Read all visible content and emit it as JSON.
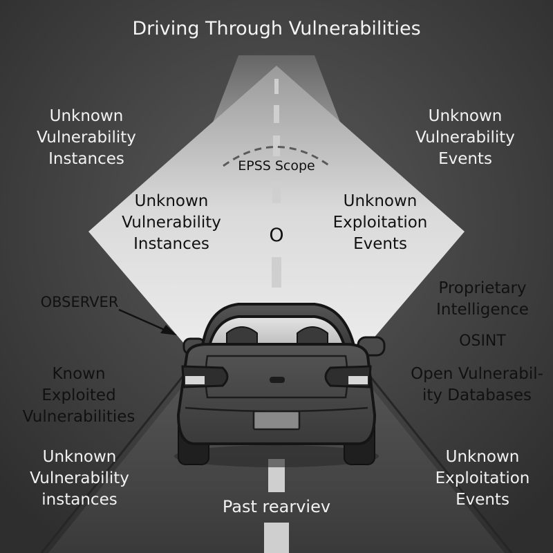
{
  "title": "Driving Through Vulnerabilities",
  "labels": {
    "top_left": "Unknown\nVulnerability\nInstances",
    "top_right": "Unknown\nVulnerability\nEvents",
    "epss_scope": "EPSS Scope",
    "beam_left": "Unknown\nVulnerability\nInstances",
    "beam_center": "O",
    "beam_right": "Unknown\nExploitation\nEvents",
    "observer": "OBSERVER",
    "proprietary": "Proprietary\nIntelligence",
    "osint": "OSINT",
    "open_db": "Open Vulnerabil-\nity Databases",
    "known_exploited": "Known\nExploited\nVulnerabilities",
    "bottom_left": "Unknown\nVulnerability\ninstances",
    "bottom_right": "Unknown\nExploitation\nEvents",
    "rearview": "Past rearviev"
  },
  "colors": {
    "background": "#3c3c3c",
    "headlight_beam": "#e6e6e6",
    "road": "#464646",
    "car_body": "#4a4a4a",
    "lane_marking": "#d2d2d2"
  }
}
